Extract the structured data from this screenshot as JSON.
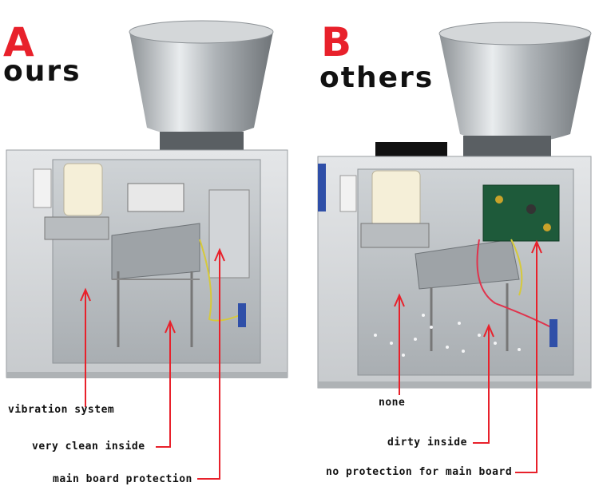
{
  "panel_a": {
    "letter": "A",
    "tag": "ours",
    "callouts": {
      "vibration": "vibration system",
      "clean": "very clean inside",
      "board": "main board protection"
    }
  },
  "panel_b": {
    "letter": "B",
    "tag": "others",
    "callouts": {
      "none": "none",
      "dirty": "dirty inside",
      "board": "no protection for main board"
    }
  },
  "colors": {
    "accent": "#e8212b",
    "text": "#111111",
    "steel": "#bfc3c7",
    "cabinet_inner": "#d8dbdd"
  }
}
